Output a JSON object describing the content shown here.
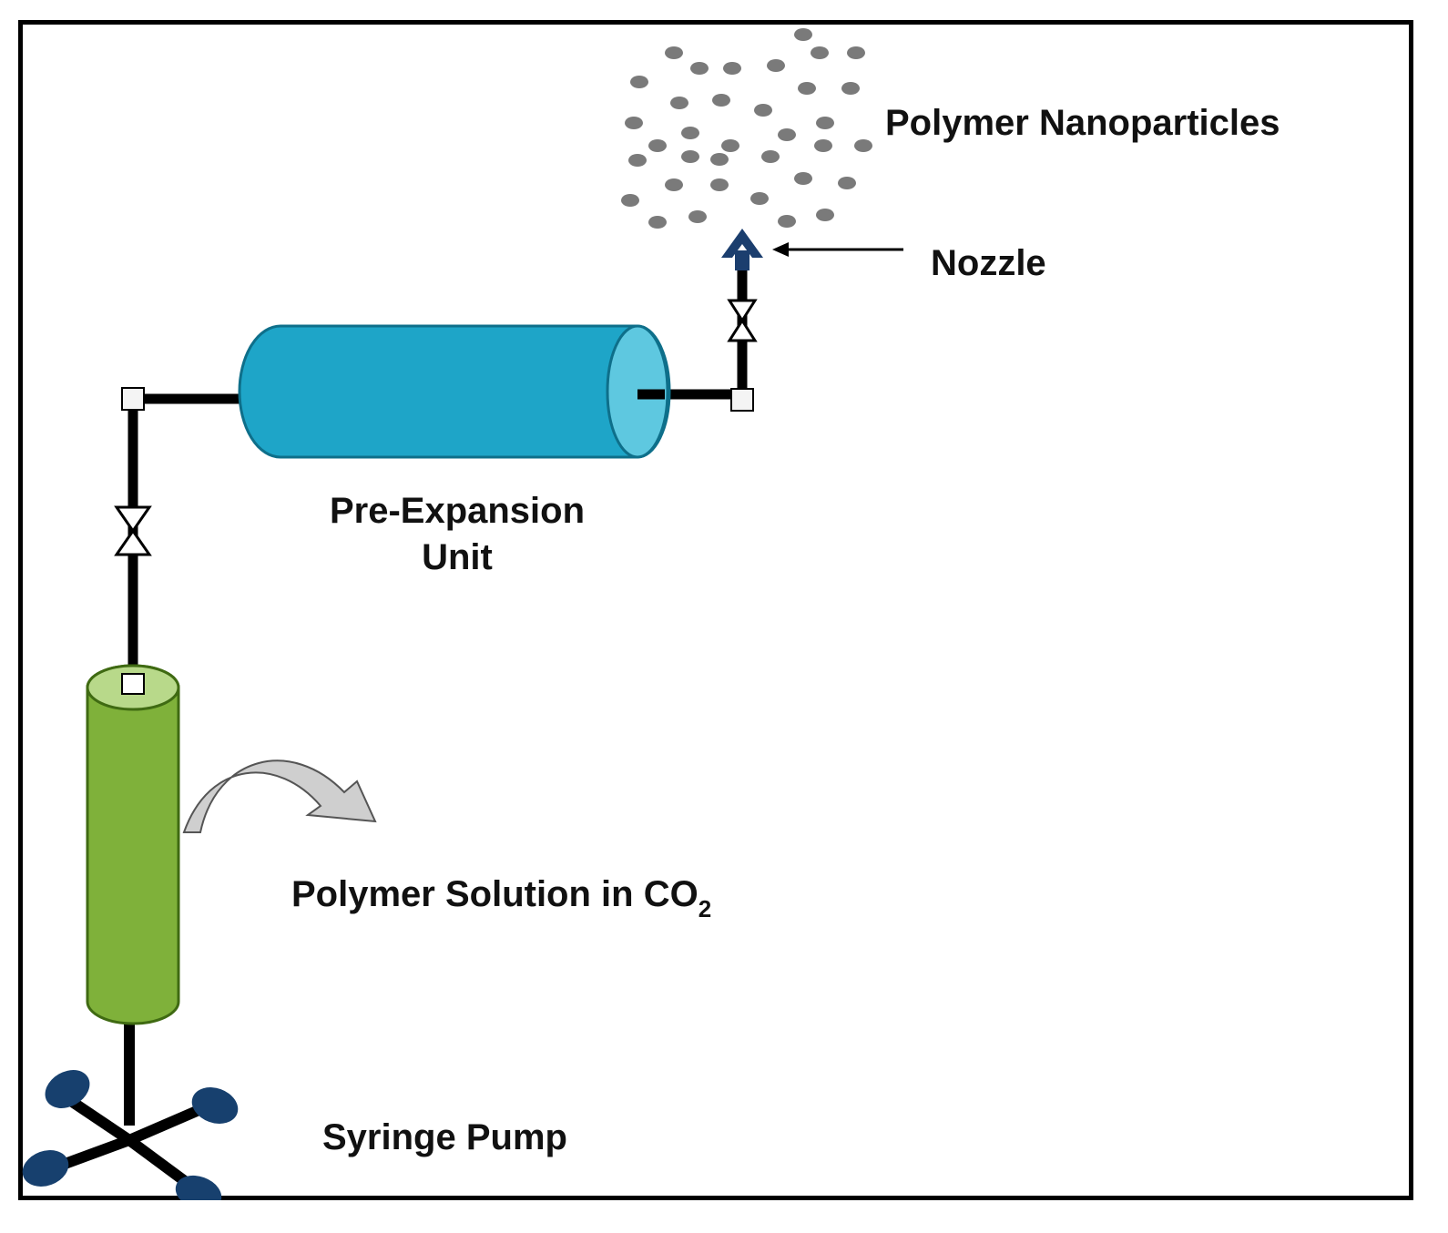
{
  "labels": {
    "nanoparticles": "Polymer Nanoparticles",
    "nozzle": "Nozzle",
    "preexpansion_line1": "Pre-Expansion",
    "preexpansion_line2": "Unit",
    "solution_main": "Polymer Solution in CO",
    "solution_sub": "2",
    "syringe_pump": "Syringe Pump"
  },
  "colors": {
    "pre_expansion_body": "#1ea5c8",
    "pre_expansion_cap": "#5ec8e0",
    "syringe_body": "#7fb13a",
    "syringe_cap": "#b8d98a",
    "pump_feet": "#17406e",
    "nozzle": "#1b3e6e",
    "particles": "#7a7a7a",
    "curved_arrow": "#cfcfcf"
  },
  "icons": {
    "valve_top": "valve-icon",
    "valve_bottom": "valve-icon",
    "nozzle": "nozzle-icon",
    "pump": "syringe-pump-icon",
    "arrow": "curved-arrow-icon"
  }
}
